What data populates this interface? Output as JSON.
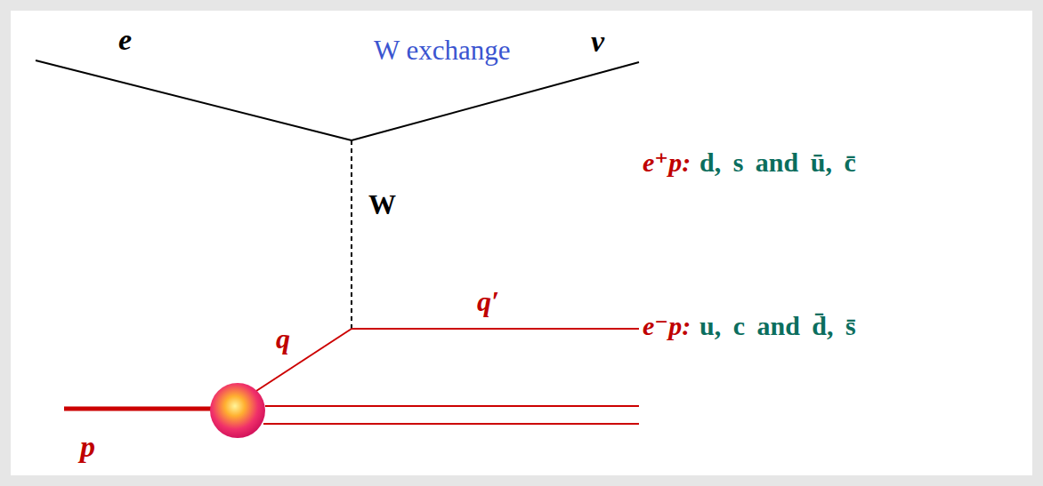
{
  "diagram": {
    "labels": [
      "e",
      "W exchange",
      "ν",
      "W",
      "e⁺p:",
      "d, s and ū, c̄",
      "q′",
      "e⁻p:",
      "u, c and d̄, s̄",
      "q",
      "p"
    ]
  }
}
